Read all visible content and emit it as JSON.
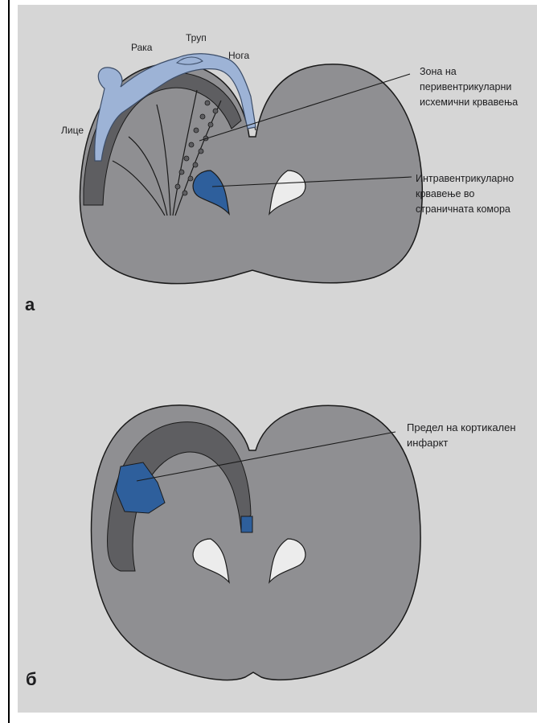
{
  "panel_a": {
    "letter": "а",
    "body_labels": {
      "hand": "Рака",
      "trunk": "Труп",
      "leg": "Нога",
      "face": "Лице"
    },
    "callout_periventricular": [
      "Зона на",
      "перивентрикуларни",
      "исхемични крвавења"
    ],
    "callout_intraventricular": [
      "Интравентрикуларно",
      "крвавење во",
      "страничната комора"
    ]
  },
  "panel_b": {
    "letter": "б",
    "callout_infarct": [
      "Предел на кортикален",
      "инфаркт"
    ]
  },
  "colors": {
    "page": "#d6d6d6",
    "brain": "#8f8f92",
    "cortex": "#5e5e61",
    "blue": "#2e5f9c",
    "homunculus": "#9db3d6",
    "outline": "#1a1a1a"
  }
}
